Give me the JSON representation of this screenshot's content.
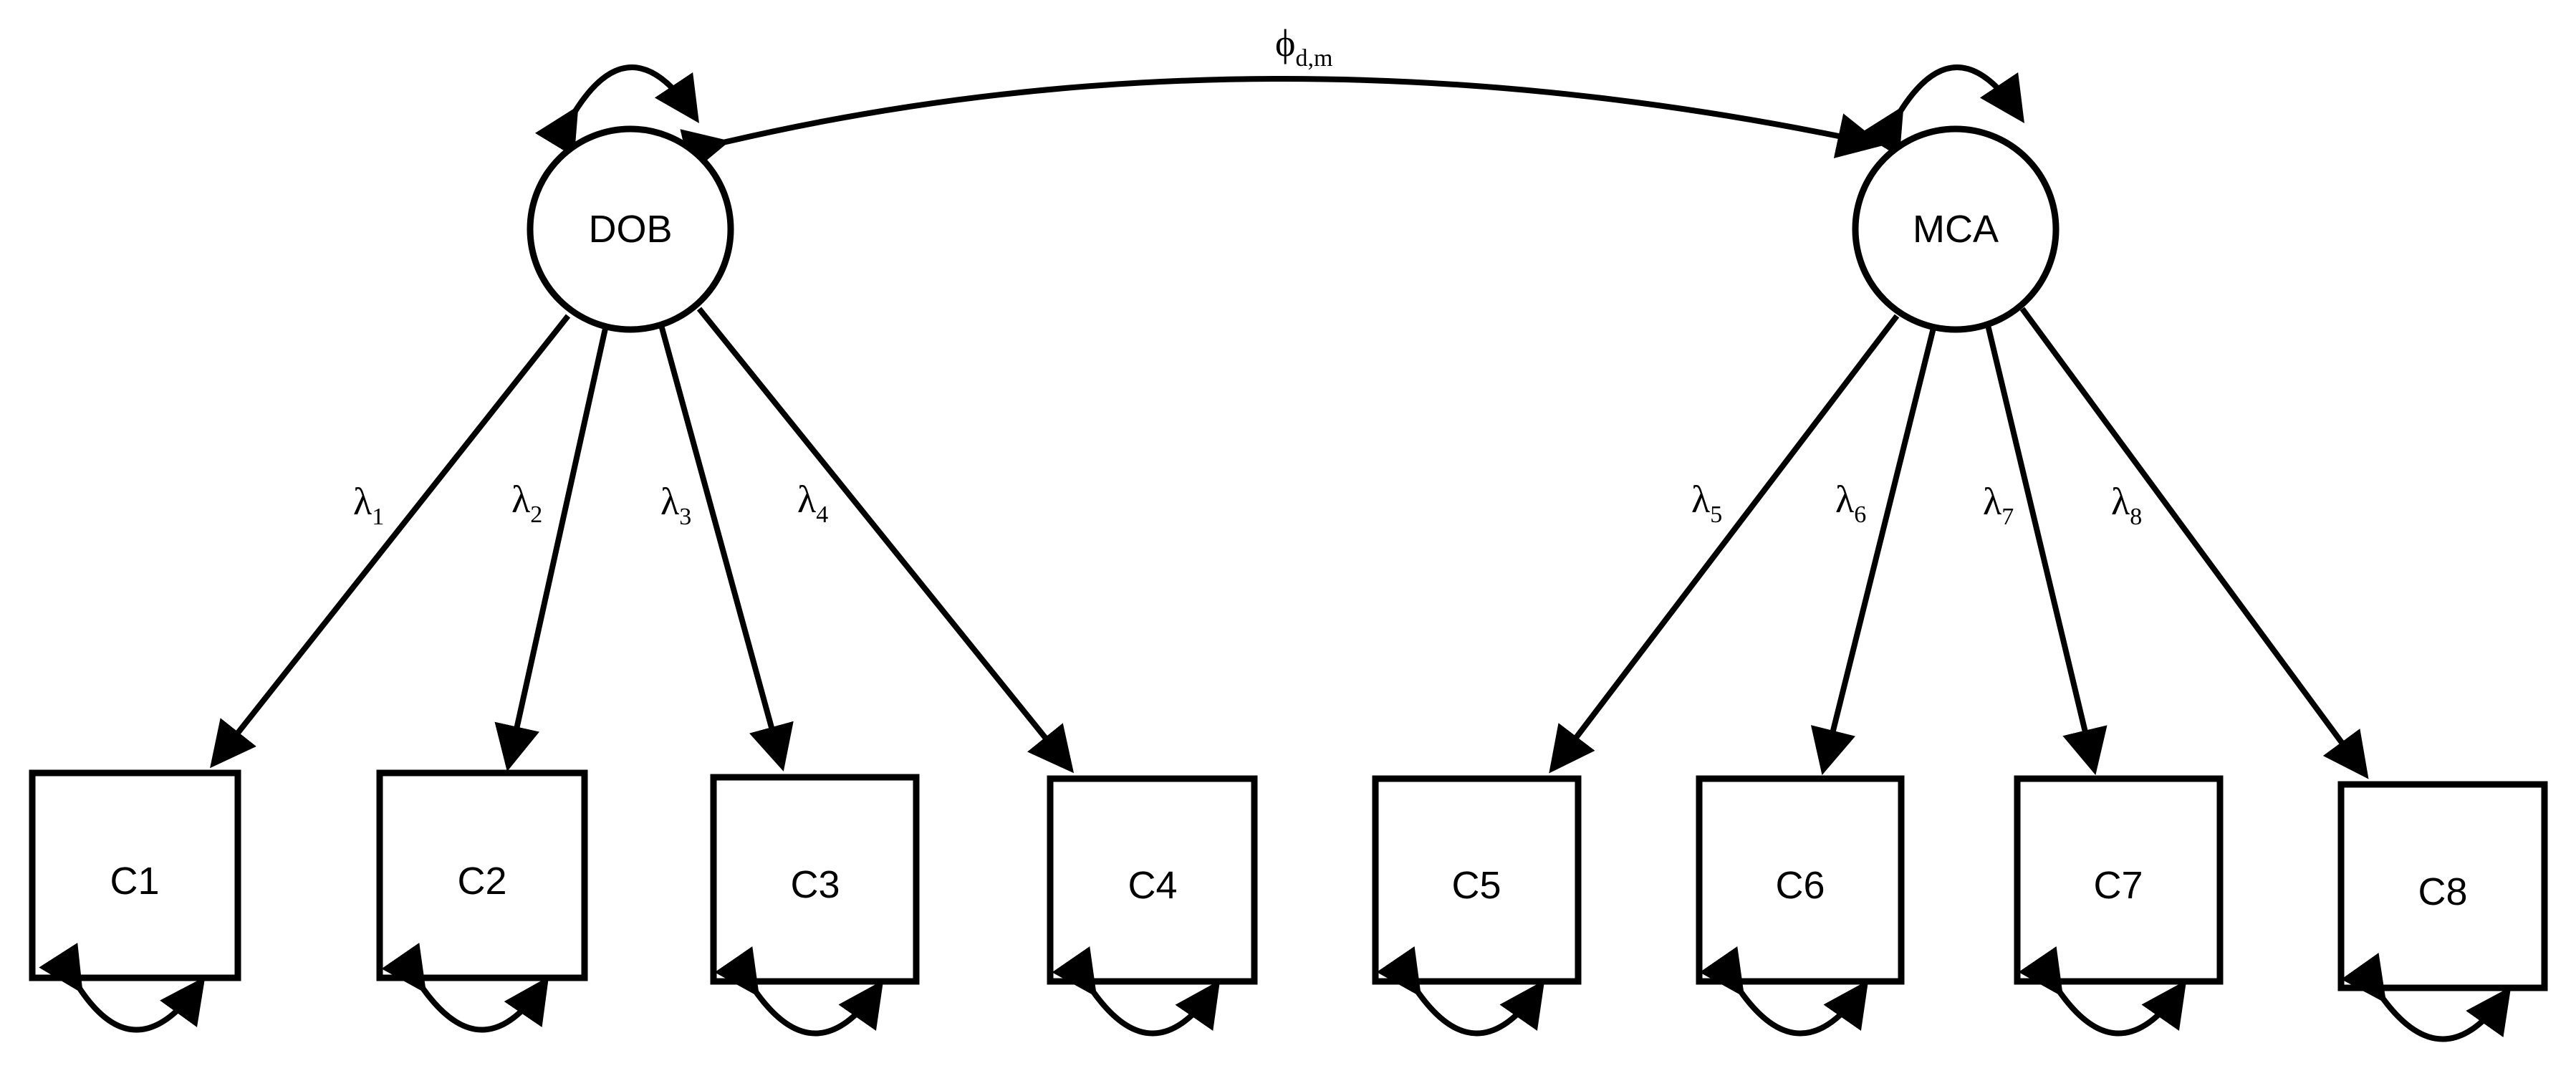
{
  "latent_factors": [
    {
      "id": "dob",
      "label": "DOB"
    },
    {
      "id": "mca",
      "label": "MCA"
    }
  ],
  "indicators": [
    {
      "id": "c1",
      "label": "C1",
      "factor": "dob"
    },
    {
      "id": "c2",
      "label": "C2",
      "factor": "dob"
    },
    {
      "id": "c3",
      "label": "C3",
      "factor": "dob"
    },
    {
      "id": "c4",
      "label": "C4",
      "factor": "dob"
    },
    {
      "id": "c5",
      "label": "C5",
      "factor": "mca"
    },
    {
      "id": "c6",
      "label": "C6",
      "factor": "mca"
    },
    {
      "id": "c7",
      "label": "C7",
      "factor": "mca"
    },
    {
      "id": "c8",
      "label": "C8",
      "factor": "mca"
    }
  ],
  "loadings": [
    {
      "symbol": "λ",
      "subscript": "1"
    },
    {
      "symbol": "λ",
      "subscript": "2"
    },
    {
      "symbol": "λ",
      "subscript": "3"
    },
    {
      "symbol": "λ",
      "subscript": "4"
    },
    {
      "symbol": "λ",
      "subscript": "5"
    },
    {
      "symbol": "λ",
      "subscript": "6"
    },
    {
      "symbol": "λ",
      "subscript": "7"
    },
    {
      "symbol": "λ",
      "subscript": "8"
    }
  ],
  "covariance": {
    "symbol": "ϕ",
    "subscript": "d,m"
  },
  "colors": {
    "line": "#000000",
    "background": "#ffffff"
  }
}
